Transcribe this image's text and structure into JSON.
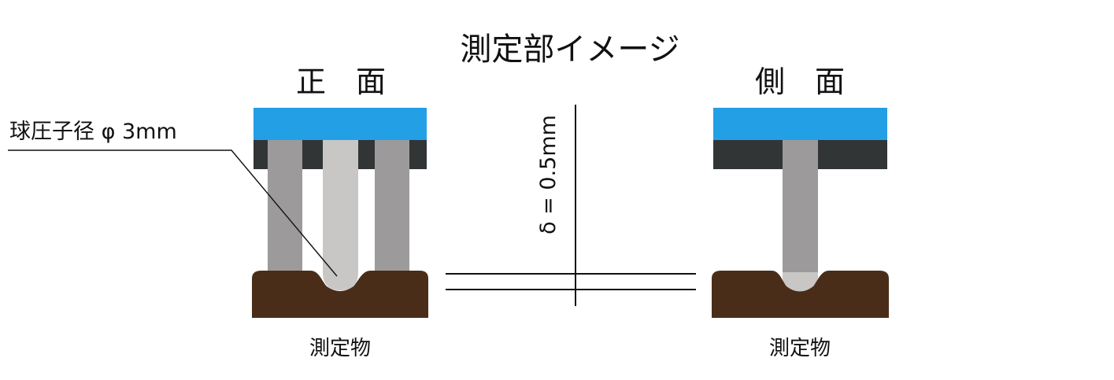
{
  "title": "測定部イメージ",
  "front": {
    "heading": "正　面",
    "callout": "球圧子径 φ 3mm",
    "object_label": "測定物"
  },
  "side": {
    "heading": "側　面",
    "object_label": "測定物"
  },
  "gap": {
    "label": "δ = 0.5mm"
  },
  "colors": {
    "plate_blue": "#239fe6",
    "plate_dark": "#313536",
    "side_pillar": "#9c9a9b",
    "indenter": "#c8c7c6",
    "object": "#4a2d18",
    "line": "#111111"
  }
}
